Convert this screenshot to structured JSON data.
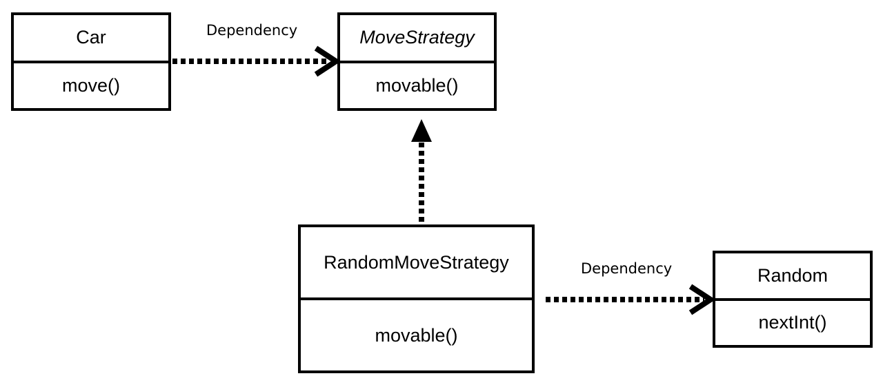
{
  "classes": {
    "car": {
      "name": "Car",
      "method": "move()"
    },
    "move_strategy": {
      "name": "MoveStrategy",
      "method": "movable()"
    },
    "random_move_strategy": {
      "name": "RandomMoveStrategy",
      "method": "movable()"
    },
    "random": {
      "name": "Random",
      "method": "nextInt()"
    }
  },
  "relations": {
    "car_to_move_strategy": {
      "label": "Dependency"
    },
    "random_move_strategy_to_random": {
      "label": "Dependency"
    }
  }
}
